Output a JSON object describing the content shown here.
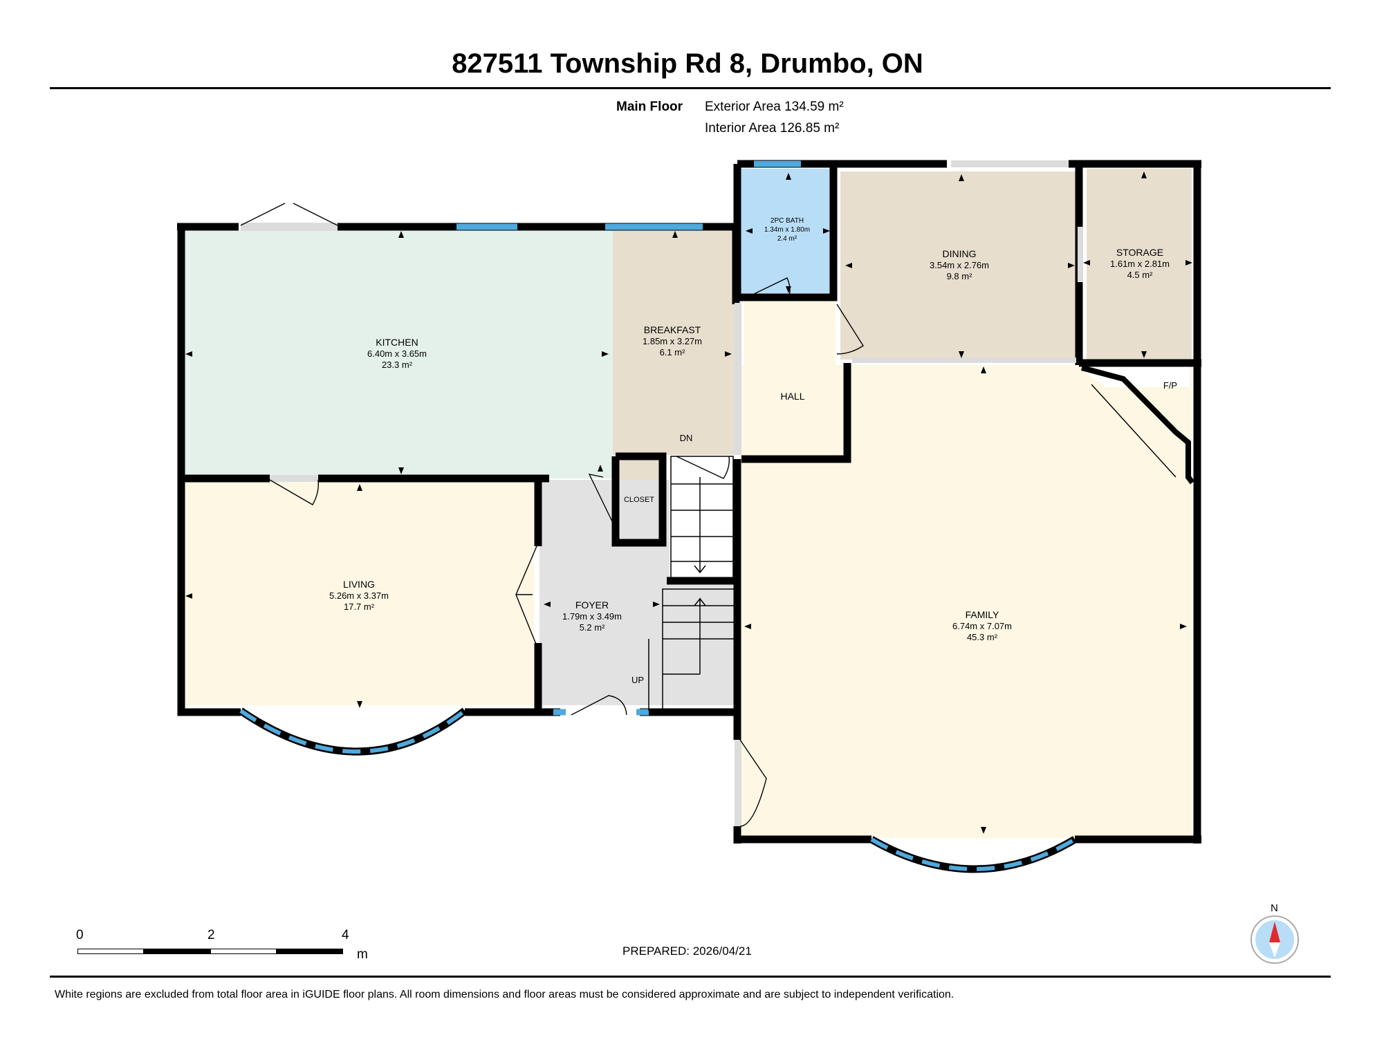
{
  "title": "827511 Township Rd 8, Drumbo, ON",
  "floor": {
    "label": "Main Floor",
    "exterior_area": "Exterior Area 134.59 m²",
    "interior_area": "Interior Area 126.85 m²"
  },
  "rooms": {
    "kitchen": {
      "name": "KITCHEN",
      "dims": "6.40m x 3.65m",
      "area": "23.3 m²",
      "color": "#e4f1ea"
    },
    "breakfast": {
      "name": "BREAKFAST",
      "dims": "1.85m x 3.27m",
      "area": "6.1 m²",
      "color": "#e8dece"
    },
    "bath": {
      "name": "2PC BATH",
      "dims": "1.34m x 1.80m",
      "area": "2.4 m²",
      "color": "#b8ddf7"
    },
    "dining": {
      "name": "DINING",
      "dims": "3.54m x 2.76m",
      "area": "9.8 m²",
      "color": "#e8dece"
    },
    "storage": {
      "name": "STORAGE",
      "dims": "1.61m x 2.81m",
      "area": "4.5 m²",
      "color": "#e8dece"
    },
    "hall": {
      "name": "HALL",
      "color": "#fdf7e4"
    },
    "closet": {
      "name": "CLOSET",
      "color": "#e8dece"
    },
    "living": {
      "name": "LIVING",
      "dims": "5.26m x 3.37m",
      "area": "17.7 m²",
      "color": "#fdf7e4"
    },
    "foyer": {
      "name": "FOYER",
      "dims": "1.79m x 3.49m",
      "area": "5.2 m²",
      "color": "#e2e2e2"
    },
    "family": {
      "name": "FAMILY",
      "dims": "6.74m x 7.07m",
      "area": "45.3 m²",
      "color": "#fdf7e4"
    }
  },
  "labels": {
    "dn": "DN",
    "up": "UP",
    "fp": "F/P"
  },
  "scale": {
    "ticks": [
      "0",
      "2",
      "4"
    ],
    "unit": "m"
  },
  "prepared": "PREPARED: 2026/04/21",
  "compass": {
    "north": "N"
  },
  "disclaimer": "White regions are excluded from total floor area in iGUIDE floor plans. All room dimensions and floor areas must be considered approximate and are subject to independent verification.",
  "colors": {
    "wall": "#000000",
    "window": "#4fa9dc",
    "opening": "#dcdcdc"
  }
}
